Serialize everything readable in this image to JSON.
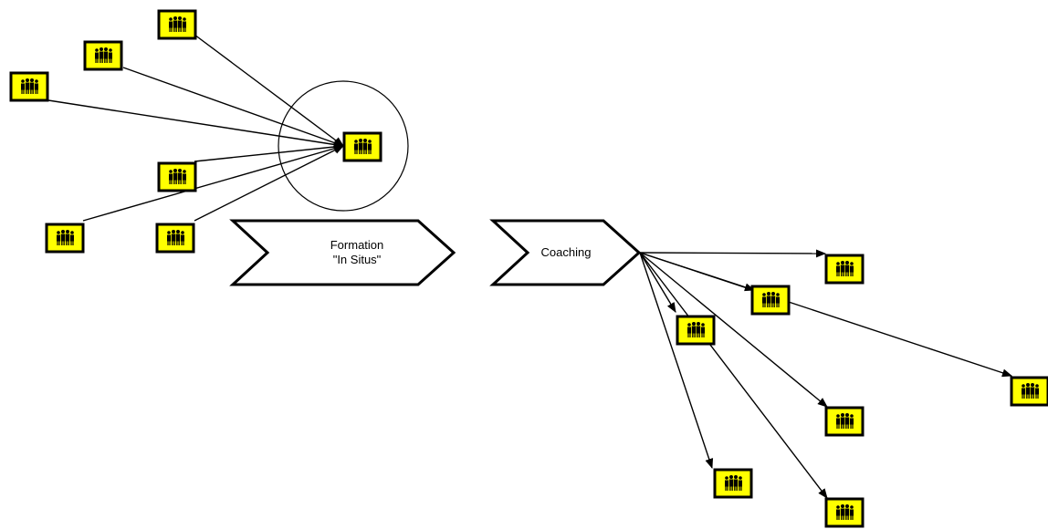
{
  "diagram": {
    "stages": {
      "formation": {
        "line1": "Formation",
        "line2": "\"In Situs\""
      },
      "coaching": {
        "label": "Coaching"
      }
    },
    "colors": {
      "box_fill": "#ffff00",
      "box_border": "#000000",
      "line": "#000000",
      "background": "#ffffff"
    },
    "icon": "group-of-people-icon",
    "inbound_sources": [
      "source-1",
      "source-2",
      "source-3",
      "source-4",
      "source-5",
      "source-6"
    ],
    "outbound_targets": [
      "target-1",
      "target-2",
      "target-3",
      "target-4",
      "target-5",
      "target-6",
      "target-7"
    ]
  }
}
